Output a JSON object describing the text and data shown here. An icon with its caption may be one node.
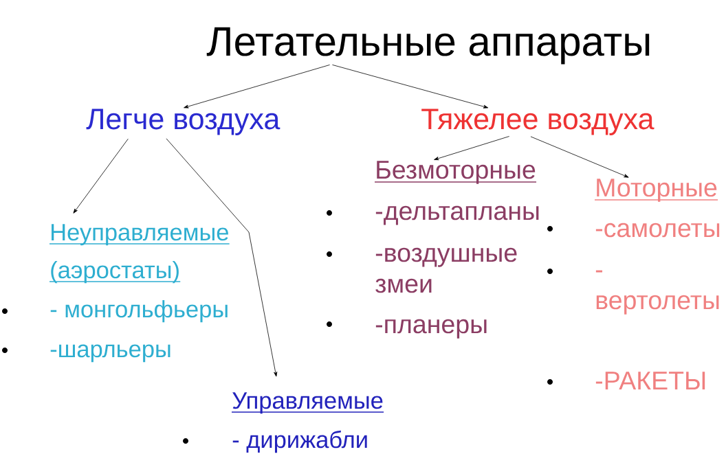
{
  "diagram": {
    "nodes": [
      {
        "text": [
          "Летательные аппараты"
        ]
      },
      {
        "text": [
          "Легче воздуха"
        ]
      },
      {
        "text": [
          "Тяжелее воздуха"
        ]
      },
      {
        "text": [
          "Неуправляемые",
          "(аэростаты)",
          "- монгольфьеры",
          "-шарльеры"
        ]
      },
      {
        "text": [
          "Управляемые",
          "- дирижабли"
        ]
      },
      {
        "text": [
          "Безмоторные",
          "-дельтапланы",
          "-воздушные змеи",
          "-планеры"
        ]
      },
      {
        "text": [
          "Моторные",
          "-самолеты",
          "- вертолеты",
          "-РАКЕТЫ"
        ]
      }
    ],
    "edges": [
      {
        "from": 0,
        "to": 1,
        "arrow": "to"
      },
      {
        "from": 0,
        "to": 2,
        "arrow": "to"
      },
      {
        "from": 1,
        "to": 3,
        "arrow": "to"
      },
      {
        "from": 1,
        "to": 4,
        "arrow": "to"
      },
      {
        "from": 2,
        "to": 5,
        "arrow": "to"
      },
      {
        "from": 2,
        "to": 6,
        "arrow": "to"
      }
    ]
  }
}
